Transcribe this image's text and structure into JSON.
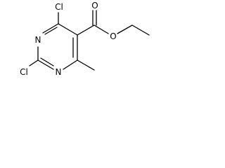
{
  "molecule": {
    "atoms": {
      "cl_top": "Cl",
      "n_upper": "N",
      "n_lower": "N",
      "cl_bottom": "Cl",
      "o_carbonyl": "O",
      "o_ester": "O"
    }
  }
}
